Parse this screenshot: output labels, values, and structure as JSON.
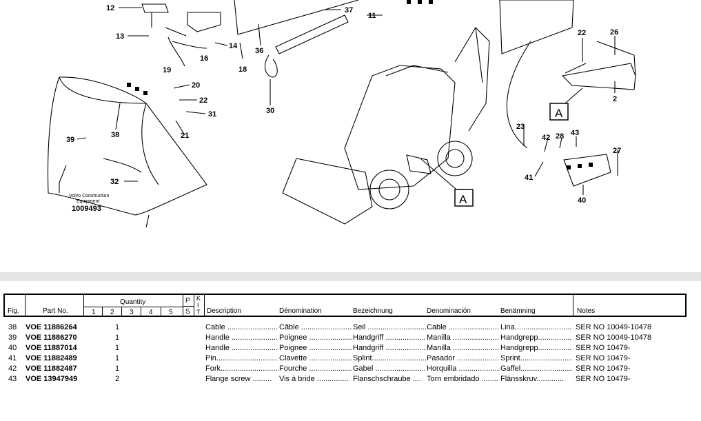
{
  "diagram": {
    "callouts": [
      "12",
      "13",
      "19",
      "16",
      "14",
      "18",
      "36",
      "37",
      "11",
      "22",
      "26",
      "2",
      "30",
      "20",
      "22",
      "31",
      "38",
      "39",
      "21",
      "32",
      "23",
      "42",
      "28",
      "43",
      "27",
      "41",
      "40"
    ],
    "view_label": "A",
    "brand_lines": [
      "Volvo Construction",
      "Equipment"
    ],
    "drawing_number": "1009493"
  },
  "table": {
    "headers": {
      "fig": "Fig.",
      "part_no": "Part No.",
      "quantity": "Quantity",
      "qty_cols": [
        "1",
        "2",
        "3",
        "4",
        "5"
      ],
      "ps": [
        "P",
        "S"
      ],
      "kit": [
        "K",
        "I",
        "T"
      ],
      "description": "Description",
      "denomination": "Dénomination",
      "bezeichnung": "Bezeichnung",
      "denominacion": "Denominación",
      "benamning": "Benämning",
      "notes": "Notes"
    },
    "rows": [
      {
        "fig": "38",
        "part": "VOE 11886264",
        "qty": "1",
        "en": "Cable ..................................",
        "fr": "Câble ...................................",
        "de": "Seil ......................................",
        "es": "Cable ....................................",
        "sv": "Lina.......................................",
        "notes": "SER NO 10049-10478"
      },
      {
        "fig": "39",
        "part": "VOE 11886270",
        "qty": "1",
        "en": "Handle .................................",
        "fr": "Poignee ...............................",
        "de": "Handgriff .............................",
        "es": "Manilla ...............................",
        "sv": "Handgrepp.............................",
        "notes": "SER NO 10049-10478"
      },
      {
        "fig": "40",
        "part": "VOE 11887014",
        "qty": "1",
        "en": "Handle .................................",
        "fr": "Poignee ...............................",
        "de": "Handgriff .............................",
        "es": "Manilla ...............................",
        "sv": "Handgrepp.............................",
        "notes": "SER NO 10479-"
      },
      {
        "fig": "41",
        "part": "VOE 11882489",
        "qty": "1",
        "en": "Pin.......................................",
        "fr": "Clavette ..............................",
        "de": "Splint...................................",
        "es": "Pasador ...............................",
        "sv": "Sprint....................................",
        "notes": "SER NO 10479-"
      },
      {
        "fig": "42",
        "part": "VOE 11882487",
        "qty": "1",
        "en": "Fork.....................................",
        "fr": "Fourche ...............................",
        "de": "Gabel ...................................",
        "es": "Horquilla .............................",
        "sv": "Gaffel....................................",
        "notes": "SER NO 10479-"
      },
      {
        "fig": "43",
        "part": "VOE 13947949",
        "qty": "2",
        "en": "Flange screw .........",
        "fr": "Vis à bride ...............",
        "de": "Flanschschraube ....",
        "es": "Torn embridado ........",
        "sv": "Flänsskruv.............",
        "notes": "SER NO 10479-"
      }
    ]
  }
}
